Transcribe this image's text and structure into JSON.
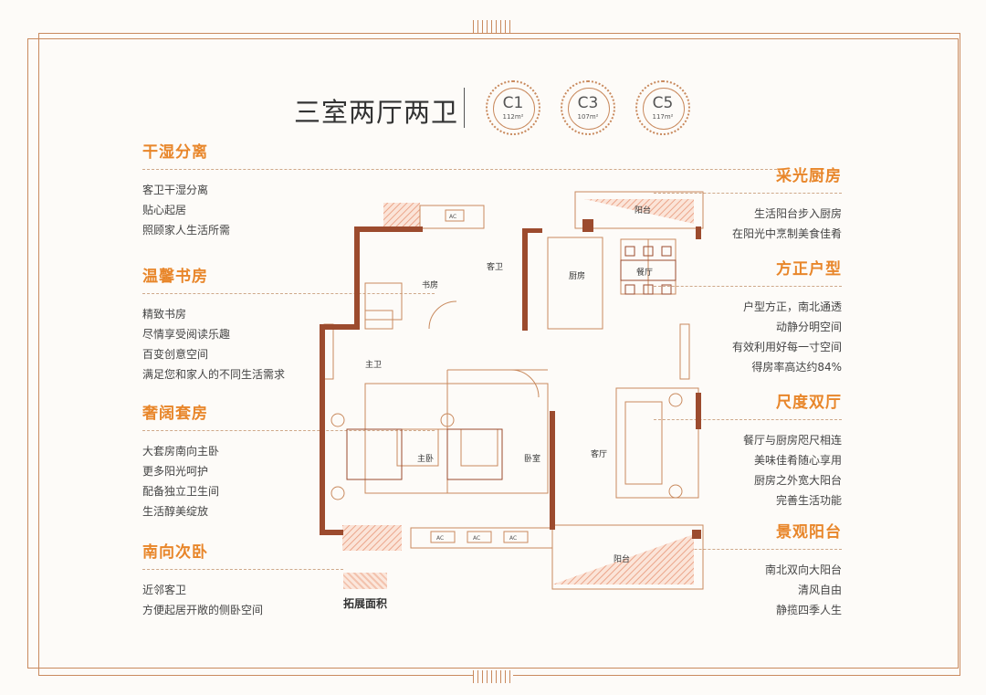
{
  "title": "三室两厅两卫",
  "badges": [
    {
      "code": "C1",
      "area": "112m²"
    },
    {
      "code": "C3",
      "area": "107m²"
    },
    {
      "code": "C5",
      "area": "117m²"
    }
  ],
  "left_sections": [
    {
      "heading": "干湿分离",
      "lines": [
        "客卫干湿分离",
        "贴心起居",
        "照顾家人生活所需"
      ]
    },
    {
      "heading": "温馨书房",
      "lines": [
        "精致书房",
        "尽情享受阅读乐趣",
        "百变创意空间",
        "满足您和家人的不同生活需求"
      ]
    },
    {
      "heading": "奢阔套房",
      "lines": [
        "大套房南向主卧",
        "更多阳光呵护",
        "配备独立卫生间",
        "生活醇美绽放"
      ]
    },
    {
      "heading": "南向次卧",
      "lines": [
        "近邻客卫",
        "方便起居开敞的侧卧空间"
      ]
    }
  ],
  "right_sections": [
    {
      "heading": "采光厨房",
      "lines": [
        "生活阳台步入厨房",
        "在阳光中烹制美食佳肴"
      ]
    },
    {
      "heading": "方正户型",
      "lines": [
        "户型方正，南北通透",
        "动静分明空间",
        "有效利用好每一寸空间",
        "得房率高达约84%"
      ]
    },
    {
      "heading": "尺度双厅",
      "lines": [
        "餐厅与厨房咫尺相连",
        "美味佳肴随心享用",
        "厨房之外宽大阳台",
        "完善生活功能"
      ]
    },
    {
      "heading": "景观阳台",
      "lines": [
        "南北双向大阳台",
        "清风自由",
        "静揽四季人生"
      ]
    }
  ],
  "rooms": {
    "balcony_north": "阳台",
    "guest_bath": "客卫",
    "study": "书房",
    "kitchen": "厨房",
    "dining": "餐厅",
    "master_bath": "主卫",
    "master_bedroom": "主卧",
    "second_bedroom": "卧室",
    "living": "客厅",
    "balcony_south": "阳台"
  },
  "ac_label": "AC",
  "legend": "拓展面积",
  "colors": {
    "accent": "#e8862a",
    "wall": "#9c4b2e",
    "line": "#c98a5e"
  }
}
